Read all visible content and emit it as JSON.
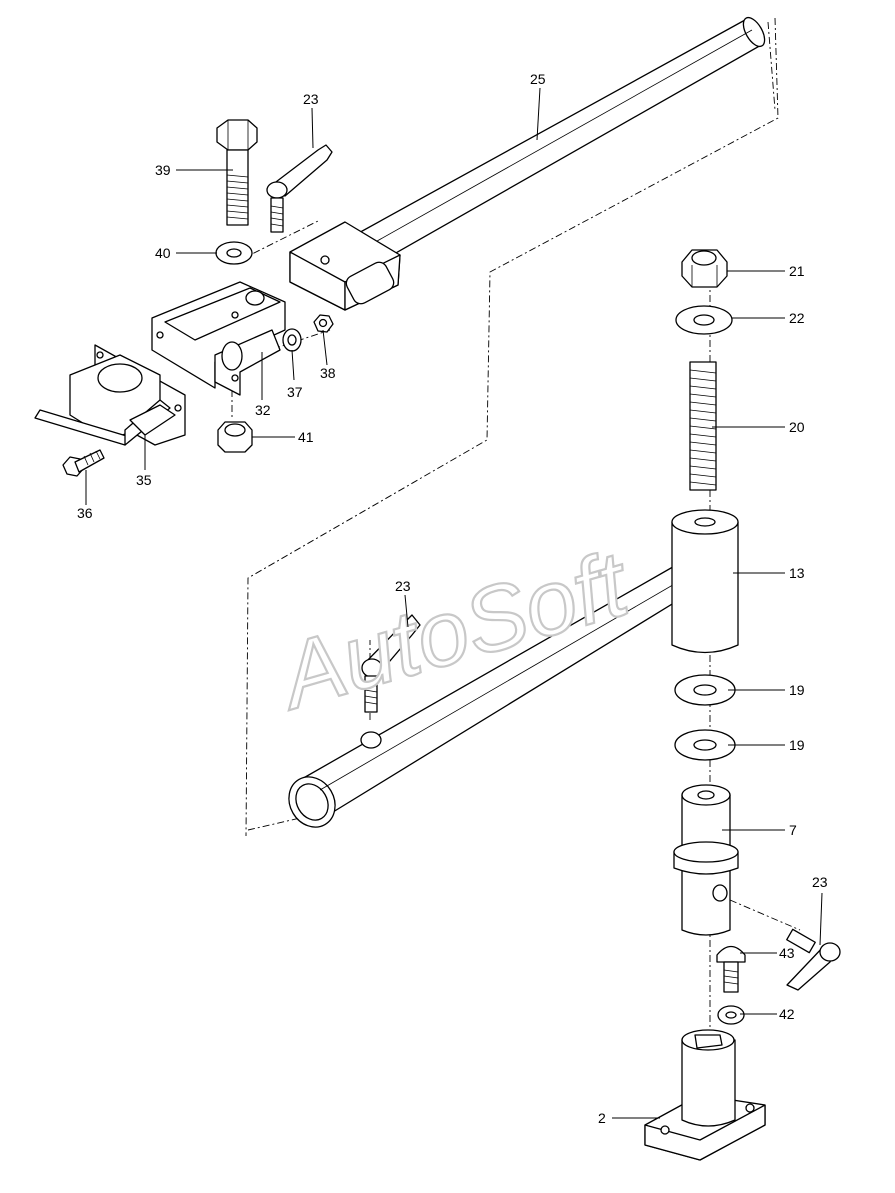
{
  "watermark": "AutoSoft",
  "labels": {
    "l25": "25",
    "l23a": "23",
    "l39": "39",
    "l40": "40",
    "l21": "21",
    "l22": "22",
    "l20": "20",
    "l13": "13",
    "l37": "37",
    "l38": "38",
    "l32": "32",
    "l41": "41",
    "l35": "35",
    "l36": "36",
    "l23b": "23",
    "l19a": "19",
    "l19b": "19",
    "l7": "7",
    "l23c": "23",
    "l43": "43",
    "l42": "42",
    "l2": "2"
  }
}
